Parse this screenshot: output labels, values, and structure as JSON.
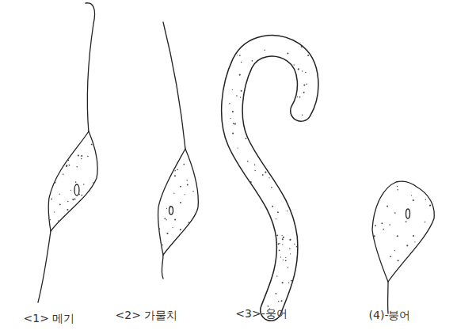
{
  "diagram": {
    "labels": [
      "<1> 메기",
      "<2> 가물치",
      "<3>-웅어",
      "(4)-붕어"
    ]
  }
}
